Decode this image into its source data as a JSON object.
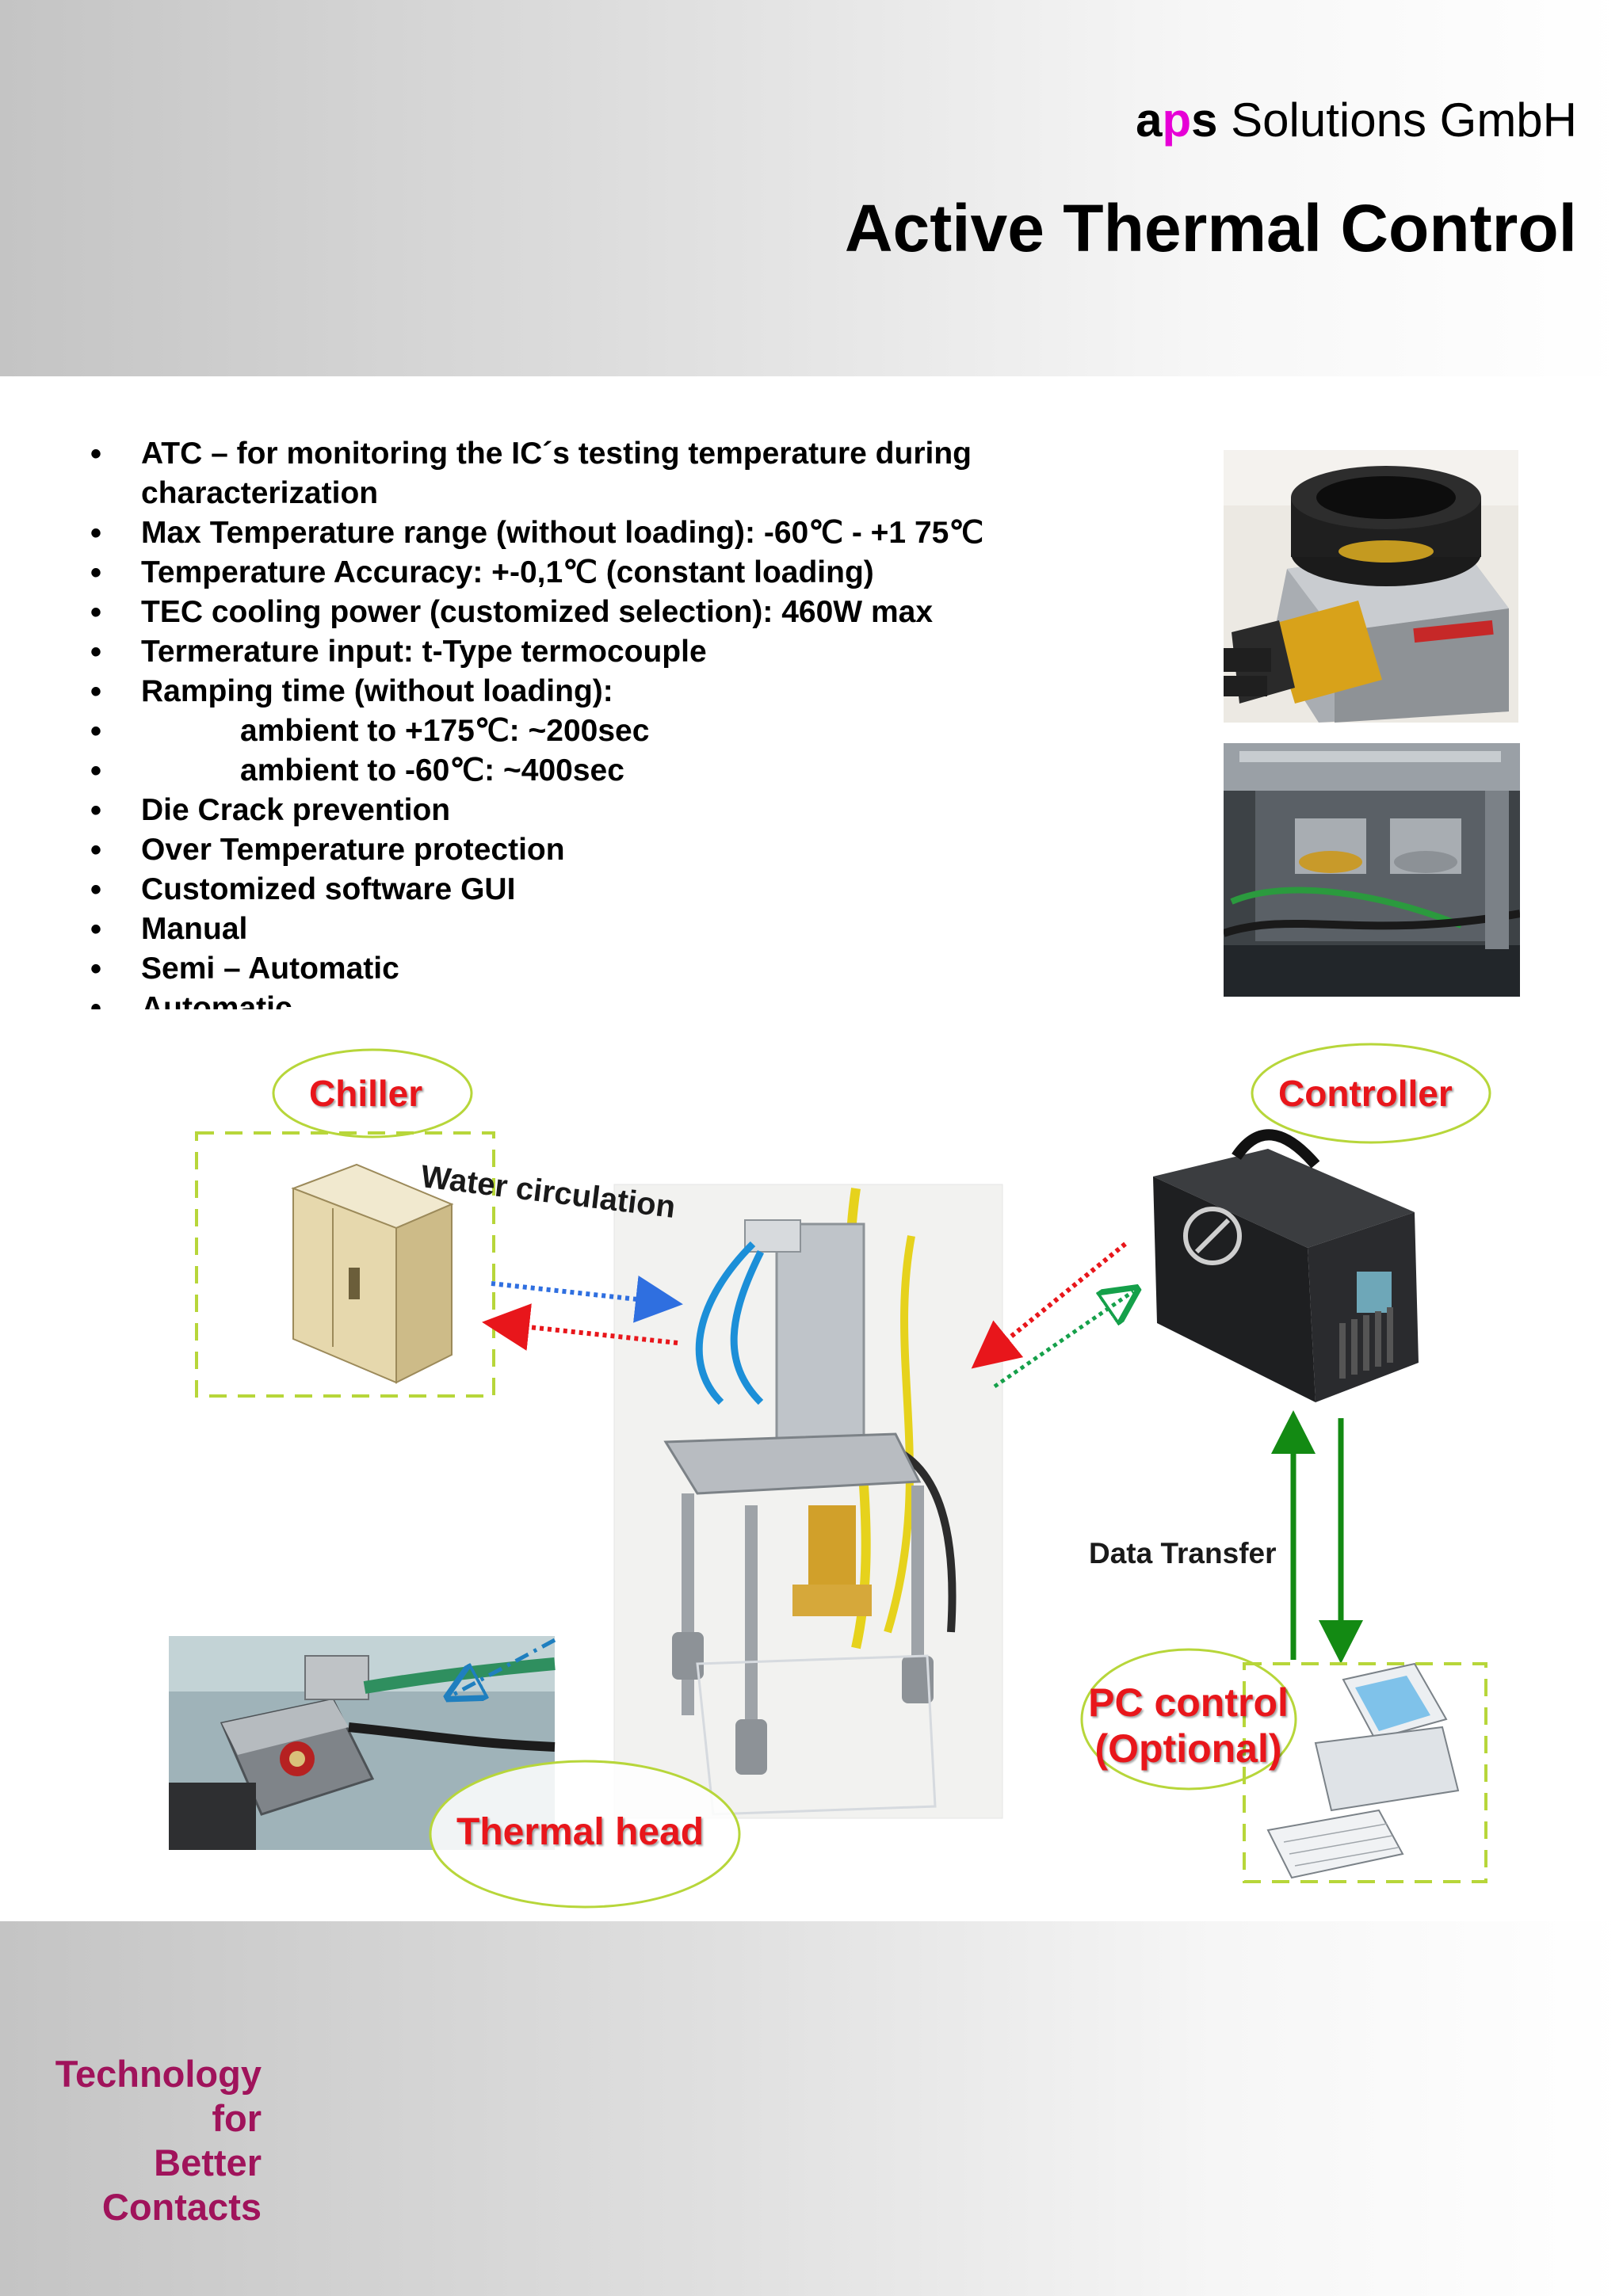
{
  "header": {
    "company_a": "a",
    "company_p": "p",
    "company_s": "s",
    "company_rest": " Solutions GmbH",
    "title": "Active Thermal Control"
  },
  "features": [
    {
      "text": "ATC – for monitoring the IC´s testing temperature during",
      "indent": false
    },
    {
      "text": "characterization",
      "indent": false,
      "continuation": true
    },
    {
      "text": "Max Temperature range (without loading): -60℃ - +1 75℃",
      "indent": false
    },
    {
      "text": "Temperature Accuracy: +-0,1℃ (constant loading)",
      "indent": false
    },
    {
      "text": "TEC cooling power (customized selection): 460W max",
      "indent": false
    },
    {
      "text": "Termerature input: t-Type termocouple",
      "indent": false
    },
    {
      "text": "Ramping time (without loading):",
      "indent": false
    },
    {
      "text": "ambient to +175℃: ~200sec",
      "indent": true
    },
    {
      "text": "ambient to -60℃: ~400sec",
      "indent": true
    },
    {
      "text": "Die Crack prevention",
      "indent": false
    },
    {
      "text": "Over Temperature protection",
      "indent": false
    },
    {
      "text": "Customized software GUI",
      "indent": false
    },
    {
      "text": "Manual",
      "indent": false
    },
    {
      "text": "Semi – Automatic",
      "indent": false
    },
    {
      "text": "Automatic",
      "indent": false
    }
  ],
  "diagram": {
    "chiller_label": "Chiller",
    "controller_label": "Controller",
    "thermal_head_label": "Thermal head",
    "pc_control_line1": "PC control",
    "pc_control_line2": "(Optional)",
    "water_circulation": "Water circulation",
    "data_transfer": "Data Transfer"
  },
  "footer": {
    "tagline": [
      "Technology",
      "for",
      "Better",
      "Contacts"
    ]
  },
  "colors": {
    "accent_magenta": "#e600d6",
    "tagline": "#a0135b",
    "label_red": "#e8161b",
    "bubble_border": "#b7d63a",
    "arrow_green": "#138a13",
    "arrow_blue": "#2f6fe0"
  }
}
